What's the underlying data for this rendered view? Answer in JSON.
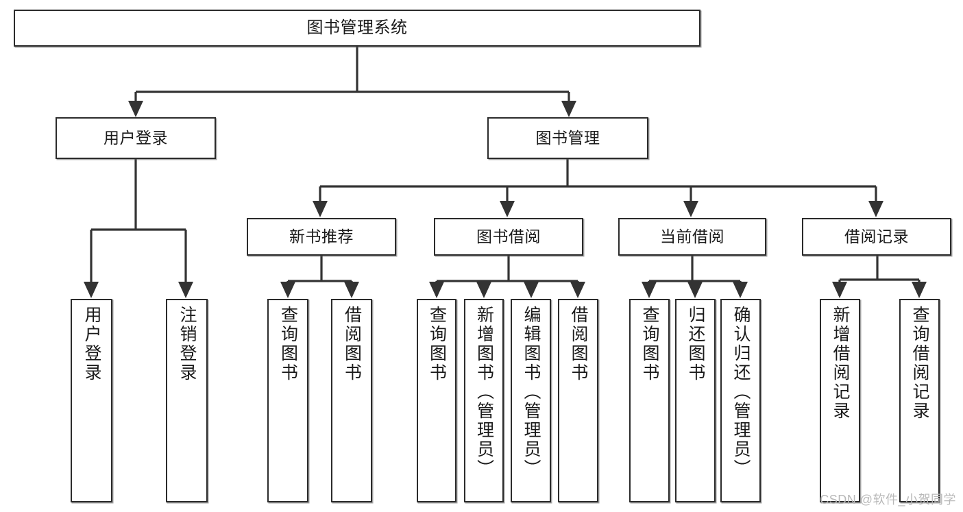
{
  "diagram": {
    "title": "图书管理系统",
    "type": "functional-structure-tree",
    "watermark": "CSDN @软件_小贺同学",
    "colors": {
      "background": "#ffffff",
      "node_border": "#2b2b2b",
      "node_fill": "#ffffff",
      "edge": "#333333",
      "text": "#1a1a1a",
      "watermark": "#b9b9b9"
    }
  },
  "nodes": {
    "root": {
      "label": "图书管理系统"
    },
    "level2": [
      {
        "id": "user-login",
        "label": "用户登录"
      },
      {
        "id": "book-management",
        "label": "图书管理"
      }
    ],
    "level3": [
      {
        "id": "new-book-recommend",
        "label": "新书推荐"
      },
      {
        "id": "book-borrow",
        "label": "图书借阅"
      },
      {
        "id": "current-borrow",
        "label": "当前借阅"
      },
      {
        "id": "borrow-record",
        "label": "借阅记录"
      }
    ],
    "leaves": [
      {
        "id": "leaf-user-login",
        "label": "用户登录",
        "parent": "user-login"
      },
      {
        "id": "leaf-user-logout",
        "label": "注销登录",
        "parent": "user-login"
      },
      {
        "id": "leaf-query-book-1",
        "label": "查询图书",
        "parent": "new-book-recommend"
      },
      {
        "id": "leaf-borrow-book-1",
        "label": "借阅图书",
        "parent": "new-book-recommend"
      },
      {
        "id": "leaf-query-book-2",
        "label": "查询图书",
        "parent": "book-borrow"
      },
      {
        "id": "leaf-add-book",
        "label": "新增图书（管理员）",
        "parent": "book-borrow"
      },
      {
        "id": "leaf-edit-book",
        "label": "编辑图书（管理员）",
        "parent": "book-borrow"
      },
      {
        "id": "leaf-borrow-book-2",
        "label": "借阅图书",
        "parent": "book-borrow"
      },
      {
        "id": "leaf-query-book-3",
        "label": "查询图书",
        "parent": "current-borrow"
      },
      {
        "id": "leaf-return-book",
        "label": "归还图书",
        "parent": "current-borrow"
      },
      {
        "id": "leaf-confirm-return",
        "label": "确认归还（管理员）",
        "parent": "current-borrow"
      },
      {
        "id": "leaf-add-record",
        "label": "新增借阅记录",
        "parent": "borrow-record"
      },
      {
        "id": "leaf-query-record",
        "label": "查询借阅记录",
        "parent": "borrow-record"
      }
    ]
  },
  "edges": [
    {
      "from": "root",
      "to": "user-login"
    },
    {
      "from": "root",
      "to": "book-management"
    },
    {
      "from": "book-management",
      "to": "new-book-recommend"
    },
    {
      "from": "book-management",
      "to": "book-borrow"
    },
    {
      "from": "book-management",
      "to": "current-borrow"
    },
    {
      "from": "book-management",
      "to": "borrow-record"
    },
    {
      "from": "user-login",
      "to": "leaf-user-login"
    },
    {
      "from": "user-login",
      "to": "leaf-user-logout"
    },
    {
      "from": "new-book-recommend",
      "to": "leaf-query-book-1"
    },
    {
      "from": "new-book-recommend",
      "to": "leaf-borrow-book-1"
    },
    {
      "from": "book-borrow",
      "to": "leaf-query-book-2"
    },
    {
      "from": "book-borrow",
      "to": "leaf-add-book"
    },
    {
      "from": "book-borrow",
      "to": "leaf-edit-book"
    },
    {
      "from": "book-borrow",
      "to": "leaf-borrow-book-2"
    },
    {
      "from": "current-borrow",
      "to": "leaf-query-book-3"
    },
    {
      "from": "current-borrow",
      "to": "leaf-return-book"
    },
    {
      "from": "current-borrow",
      "to": "leaf-confirm-return"
    },
    {
      "from": "borrow-record",
      "to": "leaf-add-record"
    },
    {
      "from": "borrow-record",
      "to": "leaf-query-record"
    }
  ]
}
